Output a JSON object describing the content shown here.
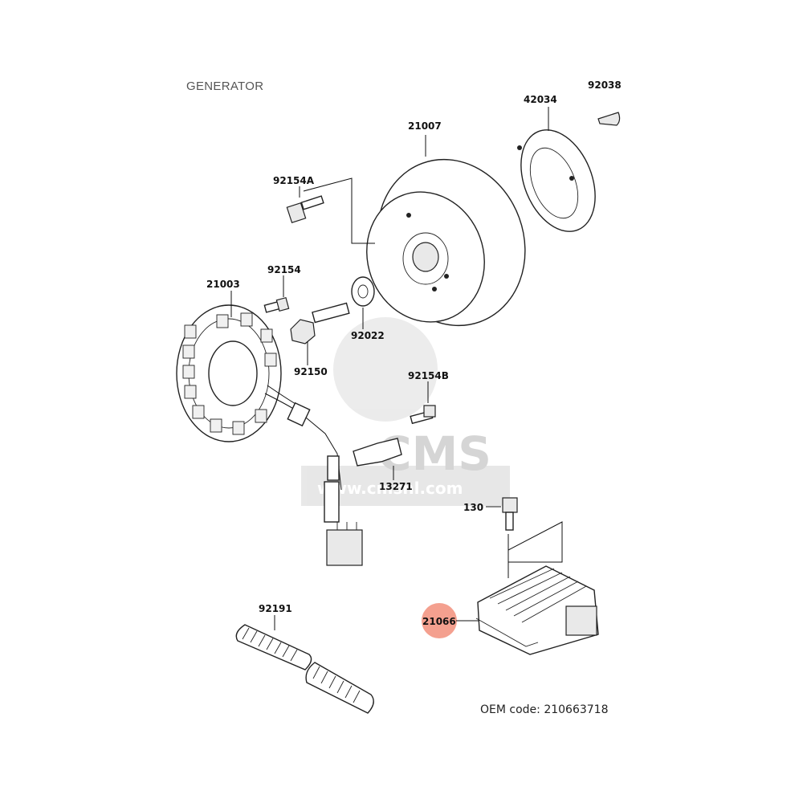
{
  "diagram": {
    "title": "GENERATOR",
    "oem_label": "OEM code: 210663718",
    "highlight_color": "#f4a08f",
    "watermark": "CMS www.cmsnl.com",
    "parts": [
      {
        "id": "p92038",
        "label": "92038"
      },
      {
        "id": "p42034",
        "label": "42034"
      },
      {
        "id": "p21007",
        "label": "21007"
      },
      {
        "id": "p92154A",
        "label": "92154A"
      },
      {
        "id": "p92154",
        "label": "92154"
      },
      {
        "id": "p21003",
        "label": "21003"
      },
      {
        "id": "p92022",
        "label": "92022"
      },
      {
        "id": "p92150",
        "label": "92150"
      },
      {
        "id": "p92154B",
        "label": "92154B"
      },
      {
        "id": "p13271",
        "label": "13271"
      },
      {
        "id": "p130",
        "label": "130"
      },
      {
        "id": "p21066",
        "label": "21066",
        "highlighted": true
      },
      {
        "id": "p92191",
        "label": "92191"
      }
    ]
  }
}
